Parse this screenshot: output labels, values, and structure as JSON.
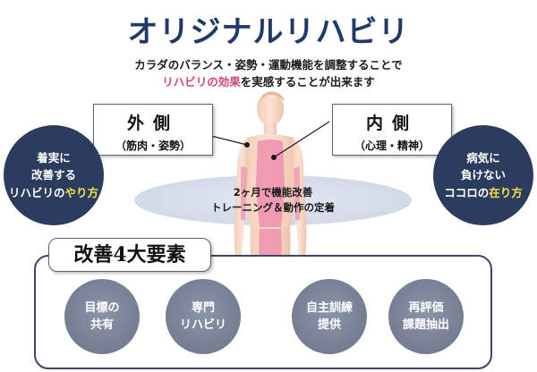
{
  "title": "オリジナルリハビリ",
  "subtitle": {
    "line1": "カラダのバランス・姿勢・運動機能を調整することで",
    "line2_highlight": "リハビリの効果",
    "line2_rest": "を実感することが出来ます"
  },
  "outer_box": {
    "heading": "外側",
    "detail": "（筋肉・姿勢）"
  },
  "inner_box": {
    "heading": "内側",
    "detail": "（心理・精神）"
  },
  "left_circle": {
    "line1": "着実に",
    "line2": "改善する",
    "line3_prefix": "リハビリの",
    "line3_highlight": "やり方"
  },
  "right_circle": {
    "line1": "病気に",
    "line2": "負けない",
    "line3_prefix": "ココロの",
    "line3_highlight": "在り方"
  },
  "center": {
    "line1": "2ヶ月で機能改善",
    "line2": "トレーニング＆動作の定着"
  },
  "panel": {
    "title": "改善4大要素",
    "elements": [
      {
        "line1": "目標の",
        "line2": "共有"
      },
      {
        "line1": "専門",
        "line2": "リハビリ"
      },
      {
        "line1": "自主訓練",
        "line2": "提供"
      },
      {
        "line1": "再評価",
        "line2": "課題抽出"
      }
    ]
  },
  "colors": {
    "navy": "#2b3c5e",
    "title": "#1f3a6a",
    "highlight_pink": "#d8456e",
    "highlight_yellow": "#f4e04a",
    "element_gray": "#7a8398",
    "body_pink": "#ee8fae"
  }
}
